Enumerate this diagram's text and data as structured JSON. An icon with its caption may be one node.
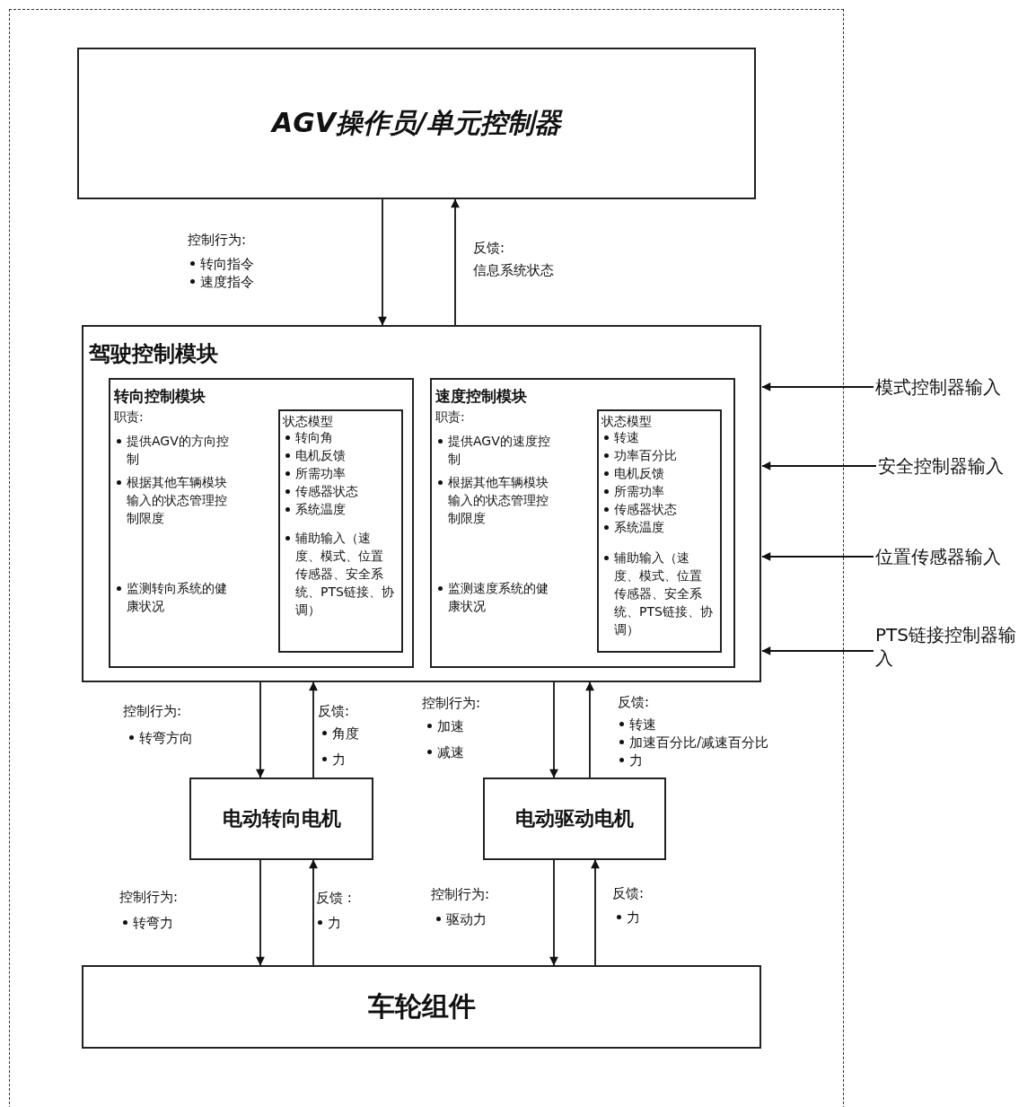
{
  "diagram": {
    "nodes": [
      {
        "text": [
          "AGV操作员/单元控制器"
        ]
      },
      {
        "text": [
          "驾驶控制模块"
        ]
      },
      {
        "text": [
          "转向控制模块",
          "职责:",
          "提供AGV的方向控制",
          "根据其他车辆模块输入的状态管理控制限度",
          "监测转向系统的健康状况"
        ],
        "in": 1
      },
      {
        "text": [
          "状态模型",
          "转向角",
          "电机反馈",
          "所需功率",
          "传感器状态",
          "系统温度",
          "辅助输入（速度、模式、位置传感器、安全系统、PTS链接、协调）"
        ],
        "in": 2
      },
      {
        "text": [
          "速度控制模块",
          "职责:",
          "提供AGV的速度控制",
          "根据其他车辆模块输入的状态管理控制限度",
          "监测速度系统的健康状况"
        ],
        "in": 1
      },
      {
        "text": [
          "状态模型",
          "转速",
          "功率百分比",
          "电机反馈",
          "所需功率",
          "传感器状态",
          "系统温度",
          "辅助输入（速度、模式、位置传感器、安全系统、PTS链接、协调）"
        ],
        "in": 4
      },
      {
        "text": [
          "模式控制器输入"
        ]
      },
      {
        "text": [
          "安全控制器输入"
        ]
      },
      {
        "text": [
          "位置传感器输入"
        ]
      },
      {
        "text": [
          "PTS链接控制器输入"
        ]
      },
      {
        "text": [
          "电动转向电机"
        ]
      },
      {
        "text": [
          "电动驱动电机"
        ]
      },
      {
        "text": [
          "车轮组件"
        ]
      }
    ],
    "edges": [
      {
        "from": 0,
        "to": 1,
        "arrow": "to"
      },
      {
        "from": 1,
        "to": 0,
        "arrow": "to"
      },
      {
        "from": 6,
        "to": 1,
        "arrow": "to"
      },
      {
        "from": 7,
        "to": 1,
        "arrow": "to"
      },
      {
        "from": 8,
        "to": 1,
        "arrow": "to"
      },
      {
        "from": 9,
        "to": 1,
        "arrow": "to"
      },
      {
        "from": 1,
        "to": 10,
        "arrow": "to"
      },
      {
        "from": 10,
        "to": 1,
        "arrow": "to"
      },
      {
        "from": 1,
        "to": 11,
        "arrow": "to"
      },
      {
        "from": 11,
        "to": 1,
        "arrow": "to"
      },
      {
        "from": 10,
        "to": 12,
        "arrow": "to"
      },
      {
        "from": 12,
        "to": 10,
        "arrow": "to"
      },
      {
        "from": 11,
        "to": 12,
        "arrow": "to"
      },
      {
        "from": 12,
        "to": 11,
        "arrow": "to"
      }
    ],
    "labels": [
      "控制行为:",
      "转向指令",
      "速度指令",
      "反馈:",
      "信息系统状态",
      "控制行为:",
      "转弯方向",
      "反馈:",
      "角度",
      "力",
      "控制行为:",
      "加速",
      "减速",
      "反馈:",
      "转速",
      "加速百分比/减速百分比",
      "力",
      "控制行为:",
      "转弯力",
      "反馈 :",
      "力",
      "控制行为:",
      "驱动力",
      "反馈:",
      "力"
    ]
  }
}
